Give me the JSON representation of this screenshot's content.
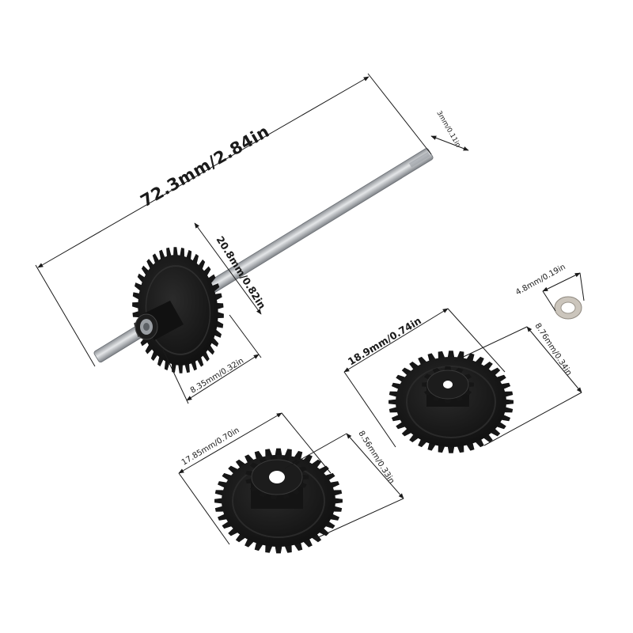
{
  "dimensions": {
    "shaft_length": "72.3mm/2.84in",
    "shaft_diameter": "3mm/0.11in",
    "large_gear_diameter": "20.8mm/0.82in",
    "large_gear_width": "8.35mm/0.32in",
    "washer_diameter": "4.8mm/0.19in",
    "right_gear_diameter": "18.9mm/0.74in",
    "right_gear_height": "8.76mm/0.34in",
    "left_gear_diameter": "17.85mm/0.70in",
    "left_gear_height": "8.56mm/0.33in"
  },
  "colors": {
    "gear": "#161616",
    "shaft": "#b9bcbf",
    "washer": "#c9c3bb",
    "background": "#ffffff"
  }
}
